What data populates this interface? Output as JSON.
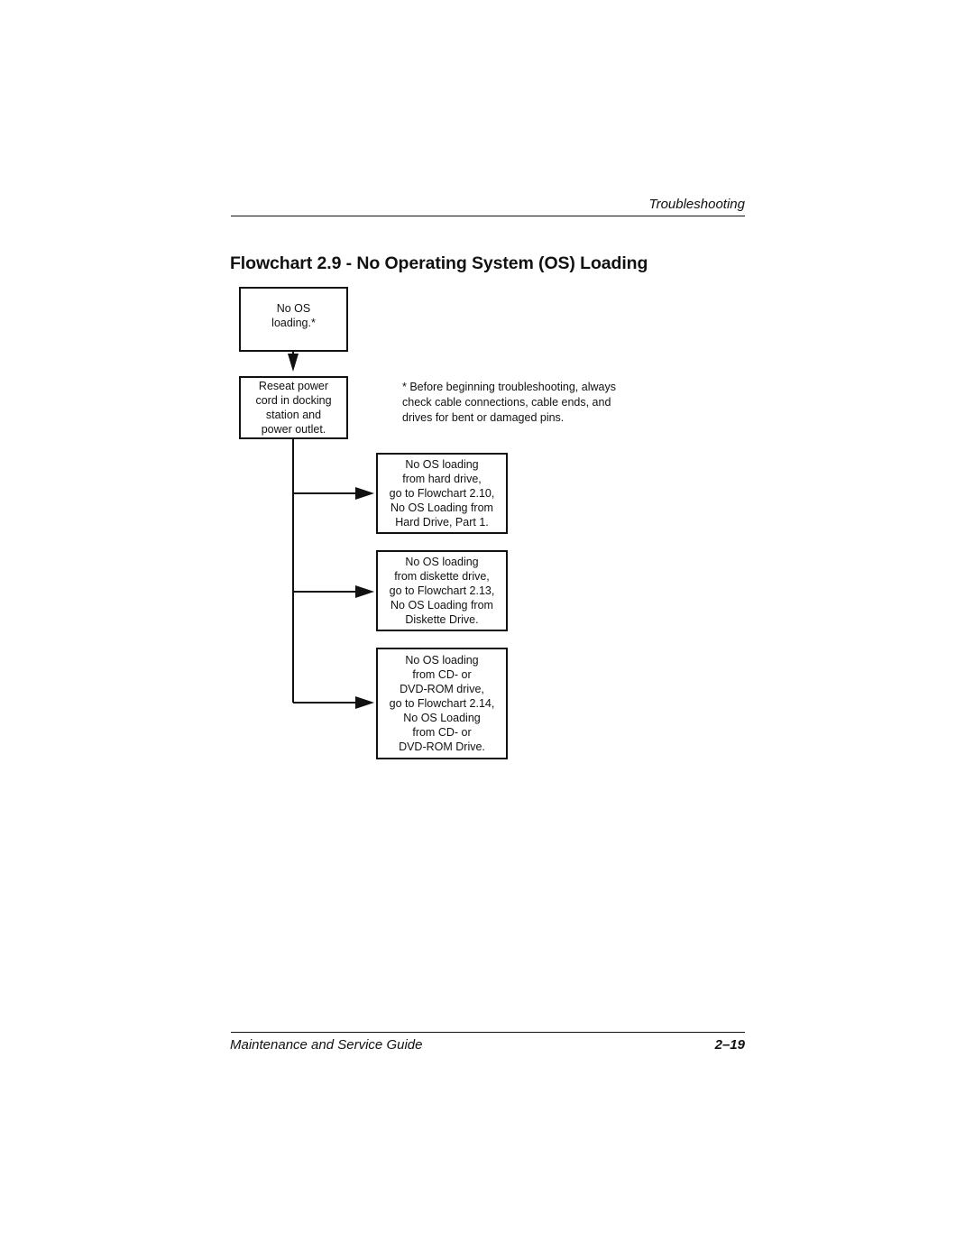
{
  "header": {
    "section": "Troubleshooting"
  },
  "title": "Flowchart 2.9 - No Operating System (OS) Loading",
  "flowchart": {
    "start": "No OS\nloading.*",
    "reseat": "Reseat power\ncord in docking\nstation and\npower outlet.",
    "footnote": "* Before beginning troubleshooting, always\n   check cable connections, cable ends, and\n   drives for bent or damaged pins.",
    "branches": {
      "hard_drive": "No OS loading\nfrom hard drive,\ngo to Flowchart 2.10,\nNo OS Loading from\nHard Drive, Part 1.",
      "diskette": "No OS loading\nfrom diskette drive,\ngo to Flowchart 2.13,\nNo OS Loading from\nDiskette Drive.",
      "cd_dvd": "No OS loading\nfrom CD- or\nDVD-ROM drive,\ngo to Flowchart 2.14,\nNo OS Loading\nfrom CD- or\nDVD-ROM Drive."
    }
  },
  "footer": {
    "guide_title": "Maintenance and Service Guide",
    "page_number": "2–19"
  }
}
